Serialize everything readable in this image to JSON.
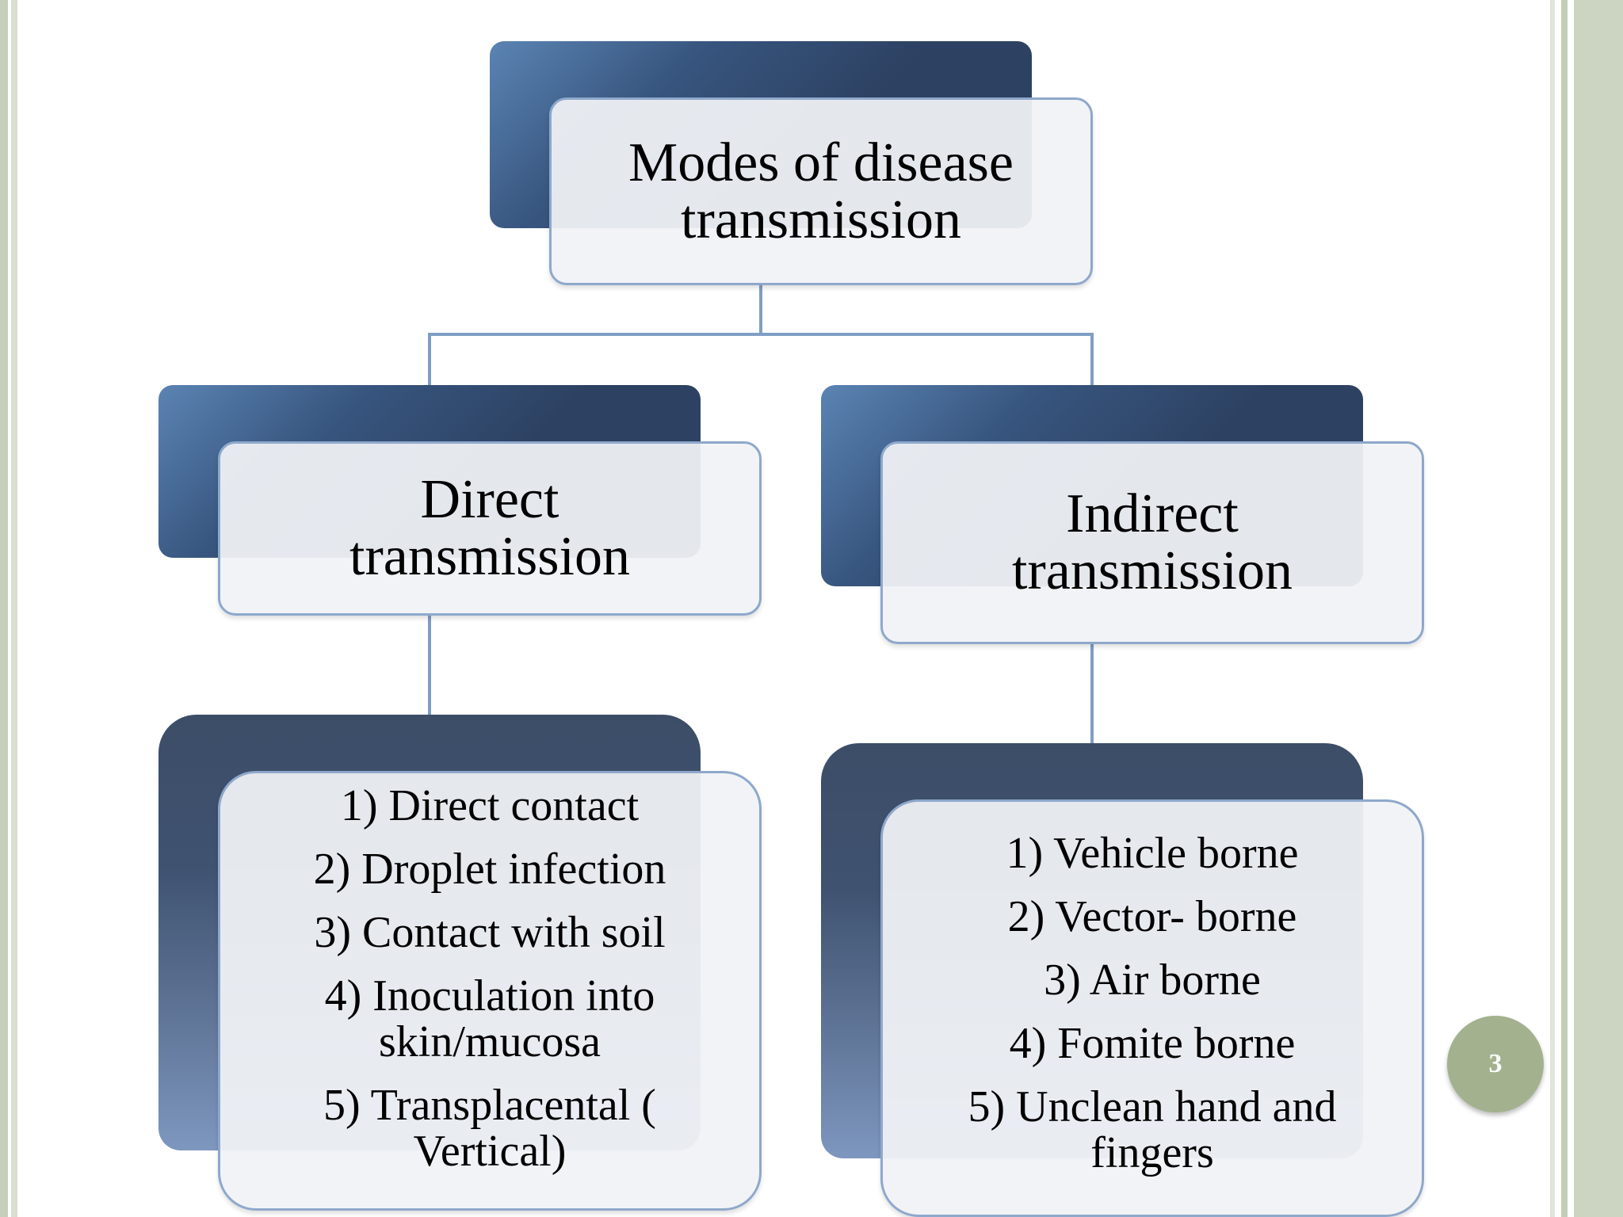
{
  "diagram": {
    "root": {
      "title": "Modes of  disease transmission"
    },
    "branches": [
      {
        "title": "Direct transmission",
        "items": [
          "1) Direct contact",
          "2) Droplet infection",
          "3) Contact with soil",
          "4) Inoculation into skin/mucosa",
          "5) Transplacental ( Vertical)"
        ]
      },
      {
        "title": "Indirect transmission",
        "items": [
          "1) Vehicle borne",
          "2) Vector- borne",
          "3) Air borne",
          "4) Fomite borne",
          "5) Unclean hand and fingers"
        ]
      }
    ]
  },
  "page_number": "3",
  "colors": {
    "box_dark": "#2d4263",
    "box_light": "#f0f2f5",
    "connector": "#7f9ec3",
    "badge": "#a3b18f"
  }
}
